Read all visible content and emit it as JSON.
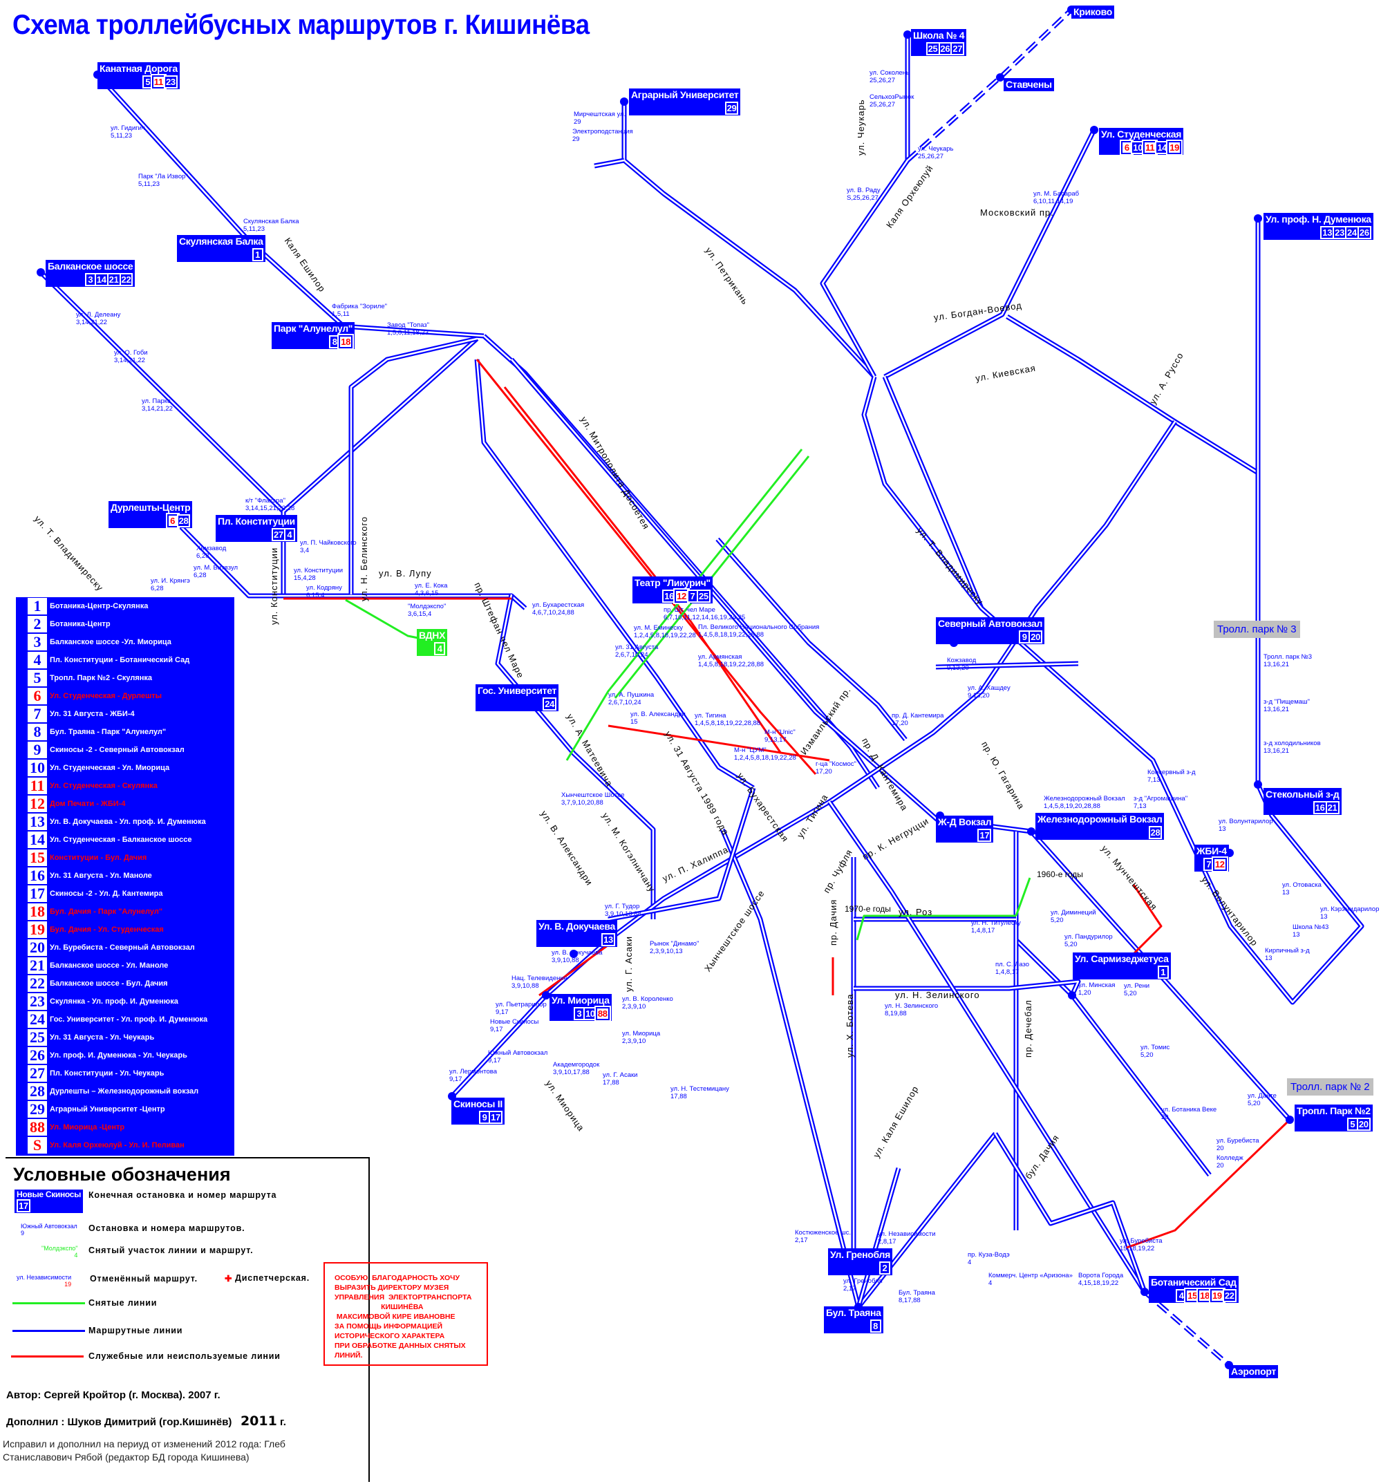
{
  "title": "Схема троллейбусных маршрутов г. Кишинёва",
  "colors": {
    "route_line": "#0000ff",
    "service_line": "#ff0000",
    "removed_line": "#22ee22",
    "depot": "#c0c0c0"
  },
  "terminals": [
    {
      "name": "Канатная Дорога",
      "routes": [
        {
          "n": "5"
        },
        {
          "n": "11",
          "red": true
        },
        {
          "n": "23"
        }
      ]
    },
    {
      "name": "Аграрный Университет",
      "routes": [
        {
          "n": "29"
        }
      ]
    },
    {
      "name": "Школа № 4",
      "routes": [
        {
          "n": "25"
        },
        {
          "n": "26"
        },
        {
          "n": "27"
        }
      ]
    },
    {
      "name": "Криково",
      "routes": []
    },
    {
      "name": "Ставчены",
      "routes": []
    },
    {
      "name": "Ул. Студенческая",
      "routes": [
        {
          "n": "6",
          "red": true
        },
        {
          "n": "10"
        },
        {
          "n": "11",
          "red": true
        },
        {
          "n": "14"
        },
        {
          "n": "19",
          "red": true
        }
      ]
    },
    {
      "name": "Ул. проф. Н. Думенюка",
      "routes": [
        {
          "n": "13"
        },
        {
          "n": "23"
        },
        {
          "n": "24"
        },
        {
          "n": "26"
        }
      ]
    },
    {
      "name": "Балканское шоссе",
      "routes": [
        {
          "n": "3"
        },
        {
          "n": "14"
        },
        {
          "n": "21"
        },
        {
          "n": "22"
        }
      ]
    },
    {
      "name": "Скулянская Балка",
      "routes": [
        {
          "n": "1"
        }
      ]
    },
    {
      "name": "Парк \"Алунелул\"",
      "routes": [
        {
          "n": "8"
        },
        {
          "n": "18",
          "red": true
        }
      ]
    },
    {
      "name": "Дурлешты-Центр",
      "routes": [
        {
          "n": "6",
          "red": true
        },
        {
          "n": "28"
        }
      ]
    },
    {
      "name": "Пл. Конституции",
      "routes": [
        {
          "n": "27"
        },
        {
          "n": "4"
        }
      ]
    },
    {
      "name": "Театр \"Ликурич\"",
      "routes": [
        {
          "n": "16"
        },
        {
          "n": "12",
          "red": true
        },
        {
          "n": "7"
        },
        {
          "n": "25"
        }
      ]
    },
    {
      "name": "Северный Автовокзал",
      "routes": [
        {
          "n": "9"
        },
        {
          "n": "20"
        }
      ]
    },
    {
      "name": "Гос. Университет",
      "routes": [
        {
          "n": "24"
        }
      ]
    },
    {
      "name": "Ж-Д Вокзал",
      "routes": [
        {
          "n": "17"
        }
      ]
    },
    {
      "name": "Железнодорожный Вокзал",
      "routes": [
        {
          "n": "28"
        }
      ]
    },
    {
      "name": "Стекольный з-д",
      "routes": [
        {
          "n": "16"
        },
        {
          "n": "21"
        }
      ]
    },
    {
      "name": "ЖБИ-4",
      "routes": [
        {
          "n": "7"
        },
        {
          "n": "12",
          "red": true
        }
      ]
    },
    {
      "name": "Ул. В. Докучаева",
      "routes": [
        {
          "n": "13"
        }
      ]
    },
    {
      "name": "Ул. Миорица",
      "routes": [
        {
          "n": "3"
        },
        {
          "n": "10"
        },
        {
          "n": "88",
          "red": true
        }
      ]
    },
    {
      "name": "Ул. Сармизеджетуса",
      "routes": [
        {
          "n": "1"
        }
      ]
    },
    {
      "name": "Скиносы II",
      "routes": [
        {
          "n": "9"
        },
        {
          "n": "17"
        }
      ]
    },
    {
      "name": "Тропл. Парк №2",
      "routes": [
        {
          "n": "5"
        },
        {
          "n": "20"
        }
      ]
    },
    {
      "name": "Ул. Гренобля",
      "routes": [
        {
          "n": "2"
        }
      ]
    },
    {
      "name": "Бул. Траяна",
      "routes": [
        {
          "n": "8"
        }
      ]
    },
    {
      "name": "Ботанический Сад",
      "routes": [
        {
          "n": "4"
        },
        {
          "n": "15",
          "red": true
        },
        {
          "n": "18",
          "red": true
        },
        {
          "n": "19",
          "red": true
        },
        {
          "n": "22"
        }
      ]
    },
    {
      "name": "Аэропорт",
      "routes": []
    },
    {
      "name": "ВДНХ",
      "routes": [
        {
          "n": "4"
        }
      ]
    }
  ],
  "depots": [
    "Тролл. парк № 3",
    "Тролл. парк № 2"
  ],
  "stops": [
    {
      "name": "ул. Гидигич",
      "routes": "5,11,23"
    },
    {
      "name": "Парк \"Ла Извор\"",
      "routes": "5,11,23"
    },
    {
      "name": "Скулянская Балка",
      "routes": "5,11,23"
    },
    {
      "name": "ул. Л. Делeану",
      "routes": "3,14,21,22"
    },
    {
      "name": "ул. О. Гоби",
      "routes": "3,14,21,22"
    },
    {
      "name": "ул. Паркс",
      "routes": "3,14,21,22"
    },
    {
      "name": "Фабрика \"Зориле\"",
      "routes": "1,5,11"
    },
    {
      "name": "Завод \"Топаз\"",
      "routes": "1,5,8,11,18,23"
    },
    {
      "name": "Химзавод",
      "routes": "6,28"
    },
    {
      "name": "ул. М. Витязул",
      "routes": "6,28"
    },
    {
      "name": "ул. И. Крянгэ",
      "routes": "6,28"
    },
    {
      "name": "к/т \"Флакэра\"",
      "routes": "3,14,15,21,22,28"
    },
    {
      "name": "ул. Конституции",
      "routes": "15,4,28"
    },
    {
      "name": "ул. П. Чайковского",
      "routes": "3,4"
    },
    {
      "name": "ул. Кодряну",
      "routes": "6,15,4"
    },
    {
      "name": "\"Молдэкспо\"",
      "routes": "3,6,15,4"
    },
    {
      "name": "ул. Е. Кока",
      "routes": "4,3,6,15"
    },
    {
      "name": "ул. Соколень",
      "routes": "25,26,27"
    },
    {
      "name": "СельхозРынок",
      "routes": "25,26,27"
    },
    {
      "name": "ул. Чеукарь",
      "routes": "25,26,27"
    },
    {
      "name": "ул. В. Раду",
      "routes": "S,25,26,27"
    },
    {
      "name": "ул. М. Басараб",
      "routes": "6,10,11,14,19"
    },
    {
      "name": "Мирчештская ул.",
      "routes": "29"
    },
    {
      "name": "Электроподстанция",
      "routes": "29"
    },
    {
      "name": "Тролл. парк №3",
      "routes": "13,16,21"
    },
    {
      "name": "з-д \"Пищемаш\"",
      "routes": "13,16,21"
    },
    {
      "name": "з-д холодильников",
      "routes": "13,16,21"
    },
    {
      "name": "пр. Шт. чел Маре",
      "routes": "6,7,10,11,12,14,16,19,24,25"
    },
    {
      "name": "Пл. Великого Национального Собрания",
      "routes": "1,4,5,8,18,19,22,28,88"
    },
    {
      "name": "ул. М. Еминеску",
      "routes": "1,2,4,5,8,18,19,22,28"
    },
    {
      "name": "ул. 31 Августа",
      "routes": "2,6,7,10,24"
    },
    {
      "name": "ул. Армянская",
      "routes": "1,4,5,8,18,19,22,28,88"
    },
    {
      "name": "ул. Тигина",
      "routes": "1,4,5,8,18,19,22,28,88"
    },
    {
      "name": "ул. Бухарестская",
      "routes": "4,6,7,10,24,88"
    },
    {
      "name": "ул. А. Пушкина",
      "routes": "2,6,7,10,24"
    },
    {
      "name": "ул. В. Александри",
      "routes": "15"
    },
    {
      "name": "Хынчештское Шоссе",
      "routes": "3,7,9,10,20,88"
    },
    {
      "name": "М-н \"ЦУМ\"",
      "routes": "1,2,4,5,8,18,19,22,28"
    },
    {
      "name": "М-н \"Unic\"",
      "routes": "9,13,17"
    },
    {
      "name": "г-ца \"Космос\"",
      "routes": "17,20"
    },
    {
      "name": "Кожзавод",
      "routes": "9,13,20"
    },
    {
      "name": "ул. А. Хашдеу",
      "routes": "9,13,20"
    },
    {
      "name": "пр. Д. Кантемира",
      "routes": "17,20"
    },
    {
      "name": "Железнодорожный Вокзал",
      "routes": "1,4,5,8,19,20,28,88"
    },
    {
      "name": "ул. Диминеций",
      "routes": "5,20"
    },
    {
      "name": "ул. Пандурилор",
      "routes": "5,20"
    },
    {
      "name": "ул. Минская",
      "routes": "1,20"
    },
    {
      "name": "ул. Рени",
      "routes": "5,20"
    },
    {
      "name": "ул. Томис",
      "routes": "5,20"
    },
    {
      "name": "ул. Данте",
      "routes": "5,20"
    },
    {
      "name": "ул. Ботаника Веке",
      "routes": "20"
    },
    {
      "name": "ул. Буребиста",
      "routes": "20"
    },
    {
      "name": "Колледж",
      "routes": "20"
    },
    {
      "name": "ул. Н. Зелинского",
      "routes": "8,19,88"
    },
    {
      "name": "пл. С. Лазо",
      "routes": "1,4,8,17"
    },
    {
      "name": "ул. Н. Титулеску",
      "routes": "1,4,8,17"
    },
    {
      "name": "Консервный з-д",
      "routes": "7,13"
    },
    {
      "name": "з-д \"Агромашина\"",
      "routes": "7,13"
    },
    {
      "name": "ул. Волунтарилор",
      "routes": "13"
    },
    {
      "name": "ул. Отоваска",
      "routes": "13"
    },
    {
      "name": "ул. Кэрэмидарилор",
      "routes": "13"
    },
    {
      "name": "Школа №43",
      "routes": "13"
    },
    {
      "name": "Кирпичный з-д",
      "routes": "13"
    },
    {
      "name": "ул. Г. Тудор",
      "routes": "3,9,10,13,88"
    },
    {
      "name": "Рынок \"Динамо\"",
      "routes": "2,3,9,10,13"
    },
    {
      "name": "ул. В. Докучаева",
      "routes": "3,9,10,88"
    },
    {
      "name": "Нац. Телевидение",
      "routes": "3,9,10,88"
    },
    {
      "name": "ул. Пьетрарилор",
      "routes": "9,17"
    },
    {
      "name": "Новые Скиносы",
      "routes": "9,17"
    },
    {
      "name": "Южный Автовокзал",
      "routes": "9,17"
    },
    {
      "name": "ул. Лермонтова",
      "routes": "9,17"
    },
    {
      "name": "Академгородок",
      "routes": "3,9,10,17,88"
    },
    {
      "name": "ул. Г. Асаки",
      "routes": "17,88"
    },
    {
      "name": "ул. Миорица",
      "routes": "2,3,9,10"
    },
    {
      "name": "ул. В. Короленко",
      "routes": "2,3,9,10"
    },
    {
      "name": "ул. Н. Тестемицану",
      "routes": "17,88"
    },
    {
      "name": "Костюженское шс.",
      "routes": "2,17"
    },
    {
      "name": "ул. Гренобля",
      "routes": "2,17"
    },
    {
      "name": "Бул. Траяна",
      "routes": "8,17,88"
    },
    {
      "name": "ул. Независимости",
      "routes": "2,8,17"
    },
    {
      "name": "пр. Куза-Водэ",
      "routes": "4"
    },
    {
      "name": "Коммерч. Центр «Аризона»",
      "routes": "4"
    },
    {
      "name": "Ворота Города",
      "routes": "4,15,18,19,22"
    },
    {
      "name": "ул. Буребиста",
      "routes": "15,18,19,22"
    }
  ],
  "streets": [
    "Каля Ешилор",
    "ул. Чеукарь",
    "Московский пр.",
    "ул. Богдан-Воевод",
    "ул. Киевская",
    "ул. Т. Владимиреску",
    "ул. Т. Владимиреску",
    "ул. Н. Белинского",
    "ул. В. Лупу",
    "ул. Конституции",
    "ул. 31 Августа 1989 года",
    "ул. Бухарестская",
    "ул. М. Когэлничану",
    "ул. А. Матеевича",
    "ул. В. Александри",
    "ул. Тигина",
    "Измаильский пр.",
    "пр. Д. Кантемира",
    "пр. К. Негруцци",
    "пр. Чуфля",
    "пр. Ю. Гагарина",
    "ул. Мунчештская",
    "ул. Волунтарилор",
    "ул. Роз",
    "ул. Н. Зелинского",
    "пр. Дачия",
    "ул. Х. Ботева",
    "пр. Дечебал",
    "ул. Г. Асаки",
    "ул. Миорица",
    "Хынчештское шоссе",
    "ул. П. Халиппа",
    "Каля Орхеюлуй",
    "ул. Петрикань",
    "ул. Митрополита Досоетея",
    "пр. Штефан чел Маре",
    "бул. Дачия",
    "ул. А. Руссо",
    "ул. Каля Ешилор"
  ],
  "notes": [
    "1970-е годы",
    "1960-е годы"
  ],
  "route_list": [
    {
      "num": "1",
      "desc": "Ботаника-Центр-Скулянка"
    },
    {
      "num": "2",
      "desc": "Ботаника-Центр"
    },
    {
      "num": "3",
      "desc": "Балканское шоссе -Ул. Миорица"
    },
    {
      "num": "4",
      "desc": "Пл. Конституции - Ботанический Сад"
    },
    {
      "num": "5",
      "desc": "Тропл. Парк №2 - Скулянка"
    },
    {
      "num": "6",
      "desc": "Ул. Студенческая - Дурлешты",
      "red": true
    },
    {
      "num": "7",
      "desc": "Ул. 31 Августа - ЖБИ-4"
    },
    {
      "num": "8",
      "desc": "Бул. Траяна - Парк \"Алунелул\""
    },
    {
      "num": "9",
      "desc": "Скиносы -2 - Северный Автовокзал"
    },
    {
      "num": "10",
      "desc": "Ул. Студенческая - Ул. Миорица"
    },
    {
      "num": "11",
      "desc": "Ул. Студенческая - Скулянка",
      "red": true
    },
    {
      "num": "12",
      "desc": "Дом Печати - ЖБИ-4",
      "red": true
    },
    {
      "num": "13",
      "desc": "Ул. В. Докучаева - Ул. проф. И. Думенюка"
    },
    {
      "num": "14",
      "desc": "Ул. Студенческая - Балканское шоссе"
    },
    {
      "num": "15",
      "desc": "Конституции - Бул. Дачия",
      "red": true
    },
    {
      "num": "16",
      "desc": "Ул. 31 Августа - Ул. Маноле"
    },
    {
      "num": "17",
      "desc": "Скиносы -2 - Ул. Д. Кантемира"
    },
    {
      "num": "18",
      "desc": "Бул. Дачия - Парк \"Алунелул\"",
      "red": true
    },
    {
      "num": "19",
      "desc": "Бул. Дачия - Ул. Студенческая",
      "red": true
    },
    {
      "num": "20",
      "desc": "Ул. Буребиста - Северный Автовокзал"
    },
    {
      "num": "21",
      "desc": "Балканское шоссе - Ул. Маноле"
    },
    {
      "num": "22",
      "desc": "Балканское шоссе - Бул. Дачия"
    },
    {
      "num": "23",
      "desc": "Скулянка - Ул. проф. И. Думенюка"
    },
    {
      "num": "24",
      "desc": "Гос. Университет - Ул. проф. И. Думенюка"
    },
    {
      "num": "25",
      "desc": "Ул. 31 Августа - Ул. Чеукарь"
    },
    {
      "num": "26",
      "desc": "Ул. проф. И. Думенюка - Ул. Чеукарь"
    },
    {
      "num": "27",
      "desc": "Пл. Конституции - Ул. Чеукарь"
    },
    {
      "num": "28",
      "desc": "Дурлешты – Железнодорожный вокзал"
    },
    {
      "num": "29",
      "desc": "Аграрный Университет -Центр"
    },
    {
      "num": "88",
      "desc": "Ул. Миорица -Центр",
      "red": true
    },
    {
      "num": "S",
      "desc": "Ул. Каля Орхеюлуй - Ул. И. Пеливан",
      "red": true
    }
  ],
  "legend": {
    "title": "Условные обозначения",
    "terminal_sample": "Новые Скиносы",
    "terminal_sample_route": "17",
    "terminal_text": "Конечная остановка и номер маршрута",
    "stop_sample": "Южный Автовокзал",
    "stop_sample_route": "9",
    "stop_text": "Остановка и номера маршрутов.",
    "removed_sample": "\"Молдэкспо\"",
    "removed_sample_route": "4",
    "removed_text": "Снятый  участок  линии  и  маршрут.",
    "cancelled_sample": "ул. Независимости",
    "cancelled_sample_route": "19",
    "cancelled_text": "Отменённый маршрут.",
    "dispatch_text": "Диспетчерская.",
    "removed_lines": "Снятые линии",
    "route_lines": "Маршрутные линии",
    "service_lines": "Служебные или неиспользуемые линии"
  },
  "thanks": "ОСОБУЮ  БЛАГОДАРНОСТЬ ХОЧУ\nВЫРАЗИТЬ ДИРЕКТОРУ МУЗЕЯ\nУПРАВЛЕНИЯ  ЭЛЕКТОРТРАНСПОРТА\n                       КИШИНЁВА\n МАКСИМОВОЙ КИРЕ ИВАНОВНЕ\nЗА ПОМОЩЬ ИНФОРМАЦИЕЙ\nИСТОРИЧЕСКОГО ХАРАКТЕРА\nПРИ ОБРАБОТКЕ ДАННЫХ СНЯТЫХ\nЛИНИЙ.",
  "credits": {
    "author": "Автор: Сергей Кройтор (г. Москва). 2007 г.",
    "supplemented": "Дополнил : Шуков Димитрий  (гор.Кишинёв)",
    "supplemented_year": "2011",
    "year_suffix": "г.",
    "corrected": "Исправил и дополнил на периуд от изменений 2012 года:  Глеб Станиславович Рябой (редактор БД города Кишинева)"
  }
}
